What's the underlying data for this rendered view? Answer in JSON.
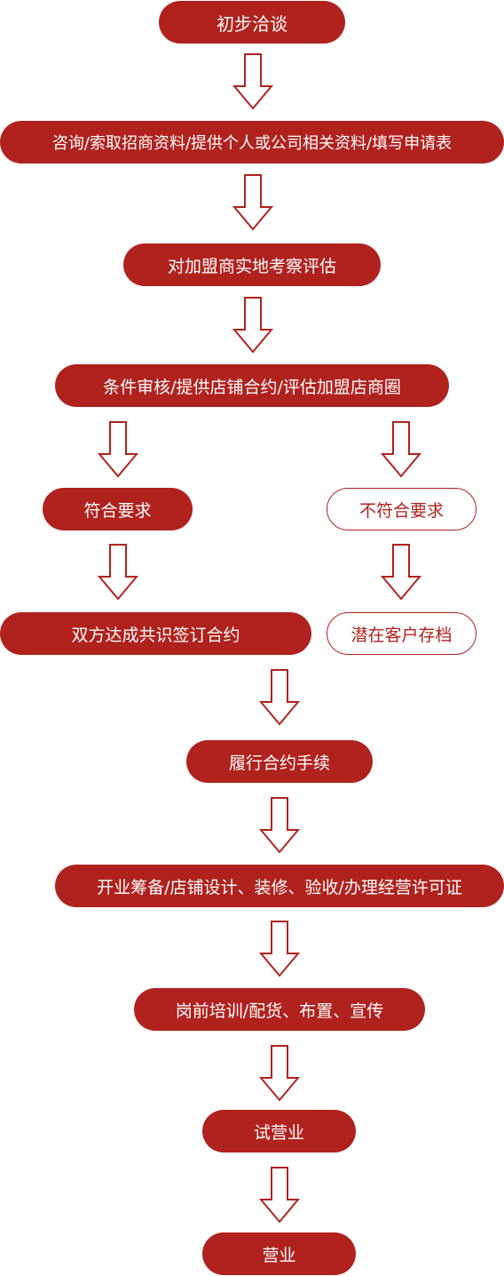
{
  "theme": {
    "accent": "#b0221d",
    "background": "#ffffff"
  },
  "steps": {
    "s1": "初步洽谈",
    "s2": "咨询/索取招商资料/提供个人或公司相关资料/填写申请表",
    "s3": "对加盟商实地考察评估",
    "s4": "条件审核/提供店铺合约/评估加盟店商圈",
    "s5a": "符合要求",
    "s5b": "不符合要求",
    "s6a": "双方达成共识签订合约",
    "s6b": "潜在客户存档",
    "s7": "履行合约手续",
    "s8": "开业筹备/店铺设计、装修、验收/办理经营许可证",
    "s9": "岗前培训/配货、布置、宣传",
    "s10": "试营业",
    "s11": "营业"
  },
  "icons": {
    "arrow": "down-arrow-icon"
  }
}
